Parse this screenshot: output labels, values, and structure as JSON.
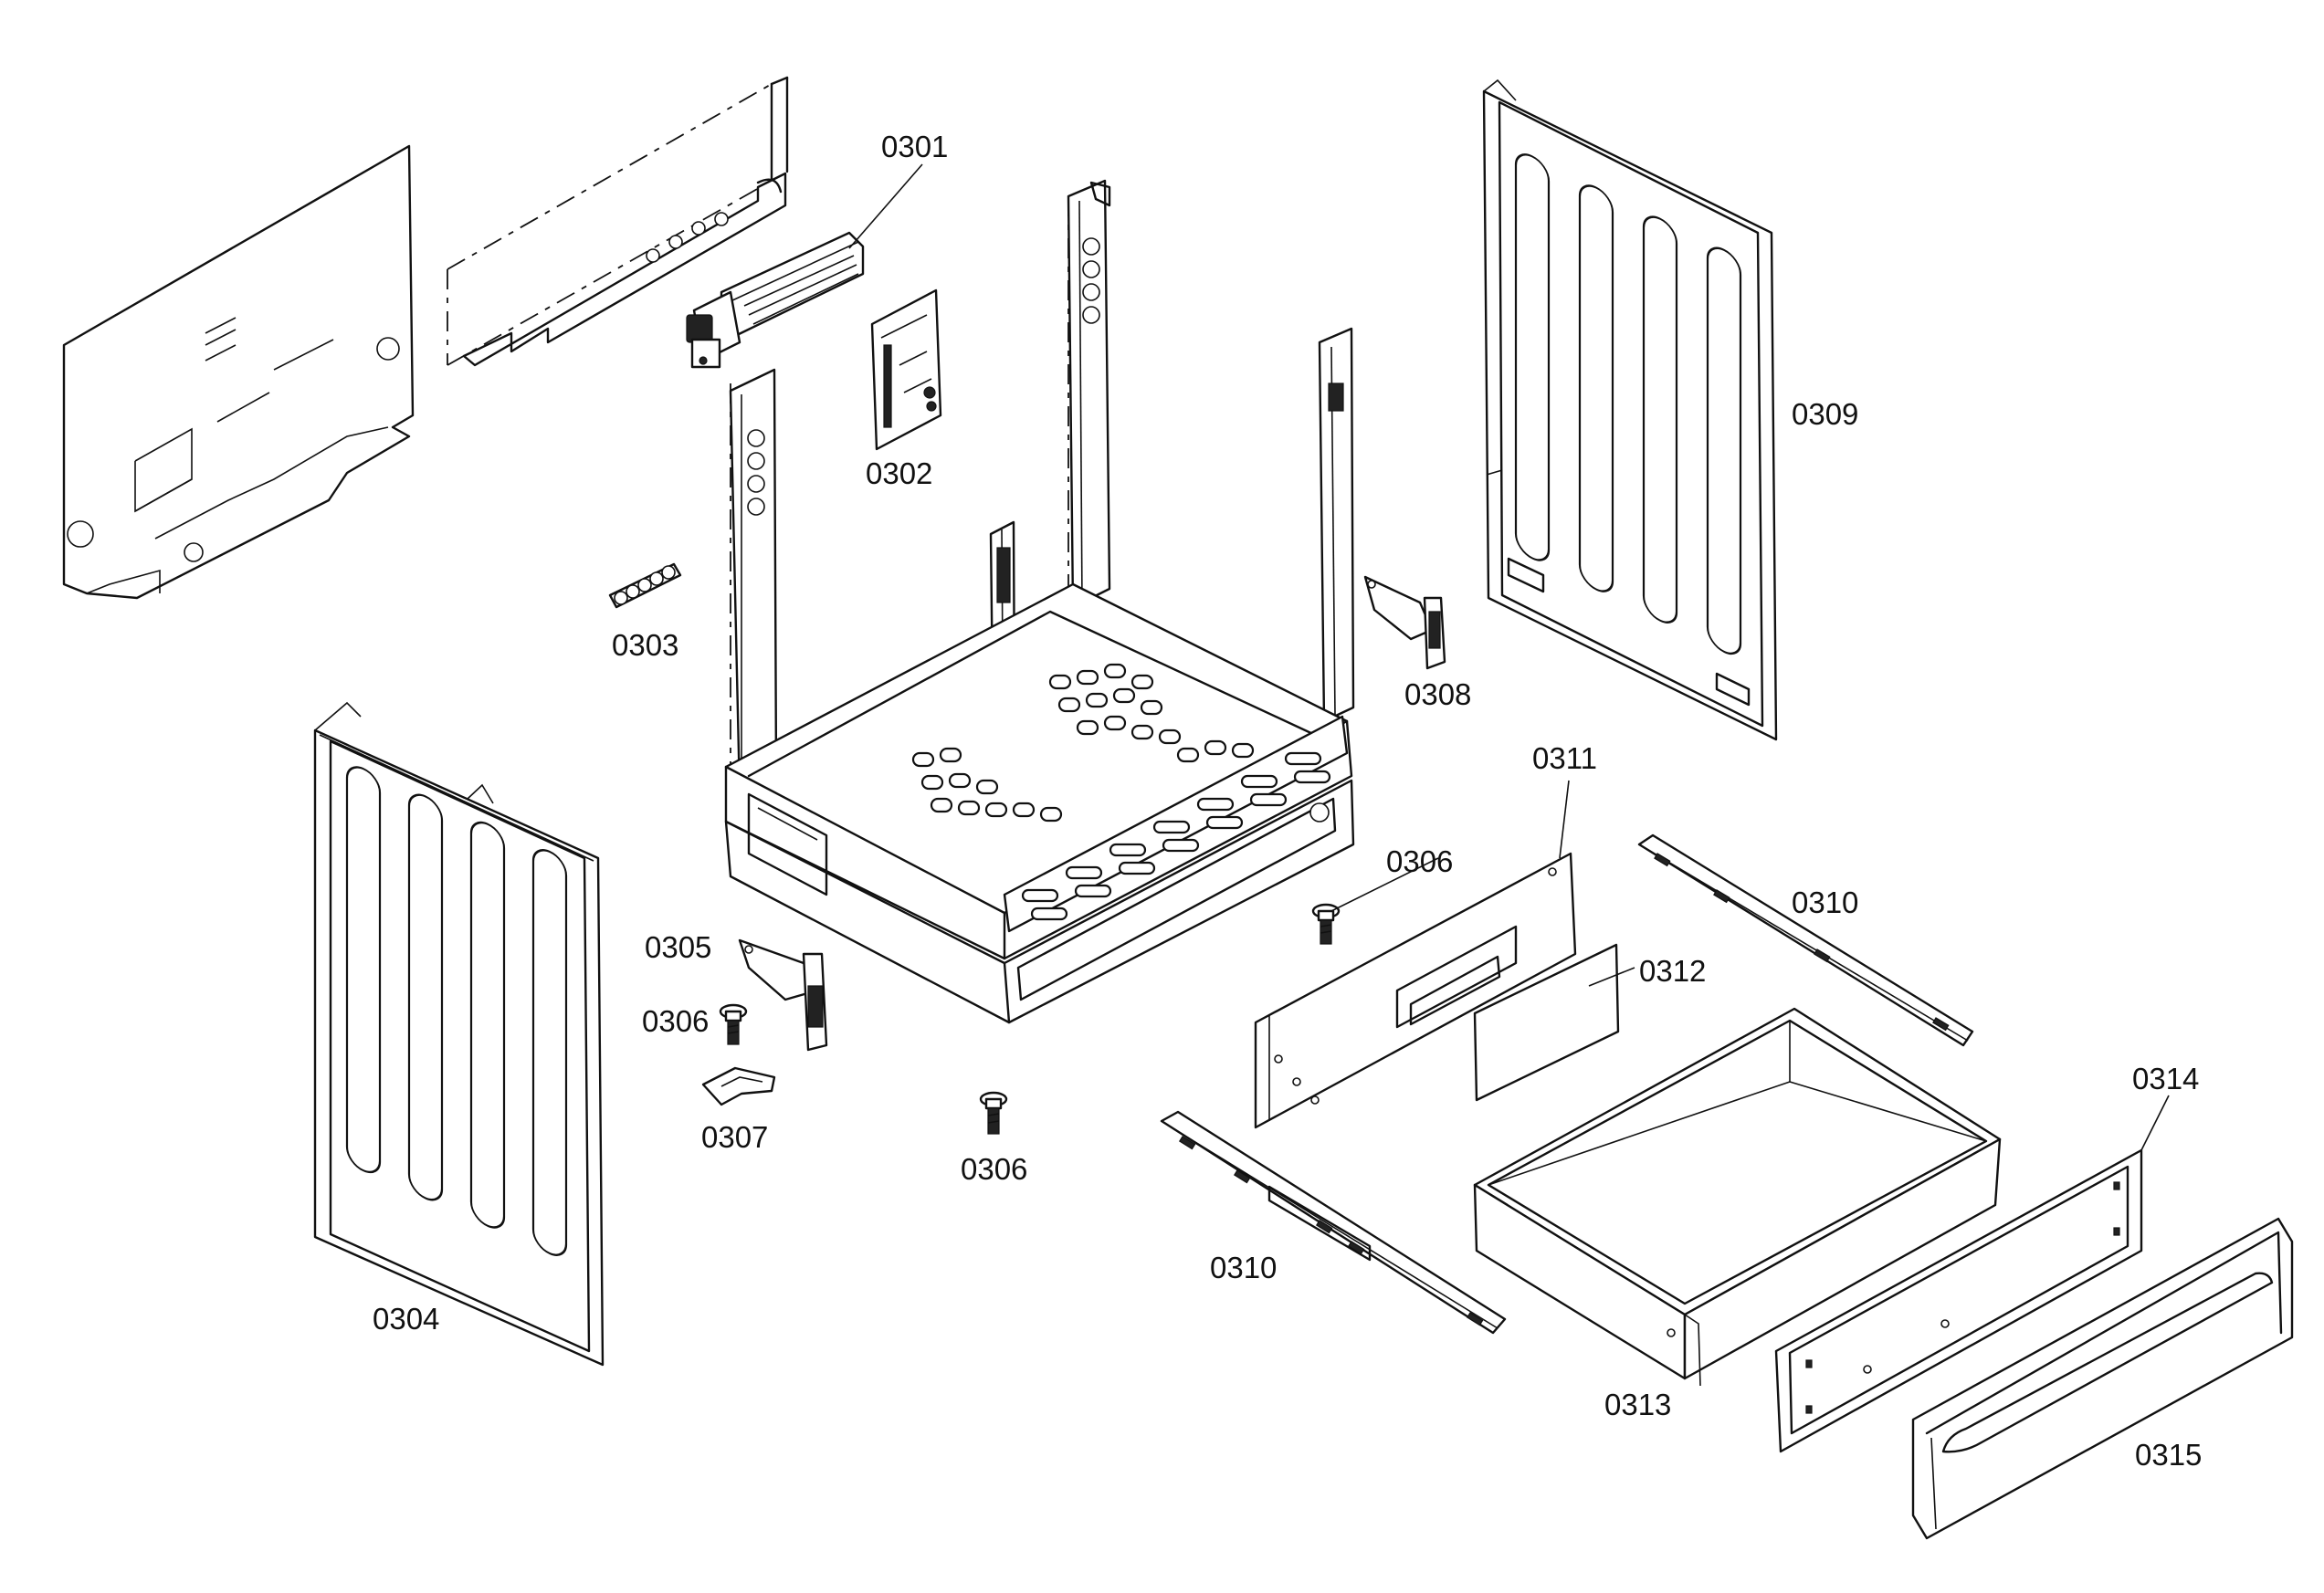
{
  "diagram": {
    "callouts": {
      "c0301": "0301",
      "c0302": "0302",
      "c0303": "0303",
      "c0304": "0304",
      "c0305": "0305",
      "c0306a": "0306",
      "c0306b": "0306",
      "c0306c": "0306",
      "c0307": "0307",
      "c0308": "0308",
      "c0309": "0309",
      "c0310a": "0310",
      "c0310b": "0310",
      "c0311": "0311",
      "c0312": "0312",
      "c0313": "0313",
      "c0314": "0314",
      "c0315": "0315"
    }
  }
}
